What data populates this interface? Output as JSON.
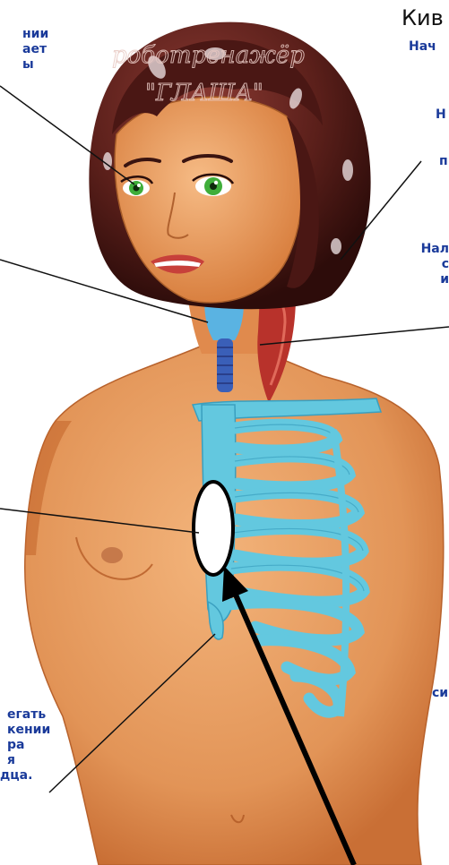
{
  "title": "Кив",
  "subtitle": "Нач",
  "labels": {
    "eyes_lines": [
      "нии",
      "ает",
      "ы"
    ],
    "right_1": "Н",
    "right_2": "п",
    "neck_right_lines": [
      "Нал",
      "с",
      "и"
    ],
    "bottom_left_lines": [
      "егать",
      "кении",
      "ра",
      "я",
      "дца."
    ],
    "bottom_right": "си"
  },
  "watermark_lines": [
    "роботренажёр",
    "\"ГЛАША\""
  ],
  "colors": {
    "label_blue": "#1a3a9a",
    "skin": "#e59a5f",
    "skeleton": "#63c8df",
    "hair": "#5a1f1a",
    "muscle": "#b8322b"
  }
}
